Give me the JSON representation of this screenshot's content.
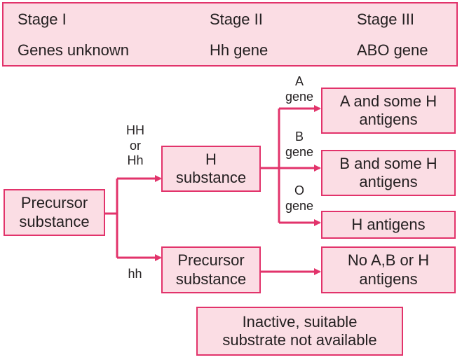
{
  "stages": {
    "stage1": {
      "label": "Stage I",
      "gene": "Genes unknown"
    },
    "stage2": {
      "label": "Stage II",
      "gene": "Hh gene"
    },
    "stage3": {
      "label": "Stage III",
      "gene": "ABO gene"
    }
  },
  "nodes": {
    "precursor_left": [
      "Precursor",
      "substance"
    ],
    "h_substance": [
      "H",
      "substance"
    ],
    "precursor_bottom": [
      "Precursor",
      "substance"
    ],
    "a_antigens": [
      "A and some H",
      "antigens"
    ],
    "b_antigens": [
      "B and some H",
      "antigens"
    ],
    "h_antigens": "H antigens",
    "no_antigens": [
      "No A,B or H",
      "antigens"
    ],
    "inactive_note": [
      "Inactive, suitable",
      "substrate not available"
    ]
  },
  "edge_labels": {
    "hh_upper": [
      "HH",
      "or",
      "Hh"
    ],
    "hh_lower": "hh",
    "a_gene": [
      "A",
      "gene"
    ],
    "b_gene": [
      "B",
      "gene"
    ],
    "o_gene": [
      "O",
      "gene"
    ]
  },
  "colors": {
    "accent": "#e2336b",
    "box_fill": "#fbdde4",
    "text": "#231f20"
  }
}
